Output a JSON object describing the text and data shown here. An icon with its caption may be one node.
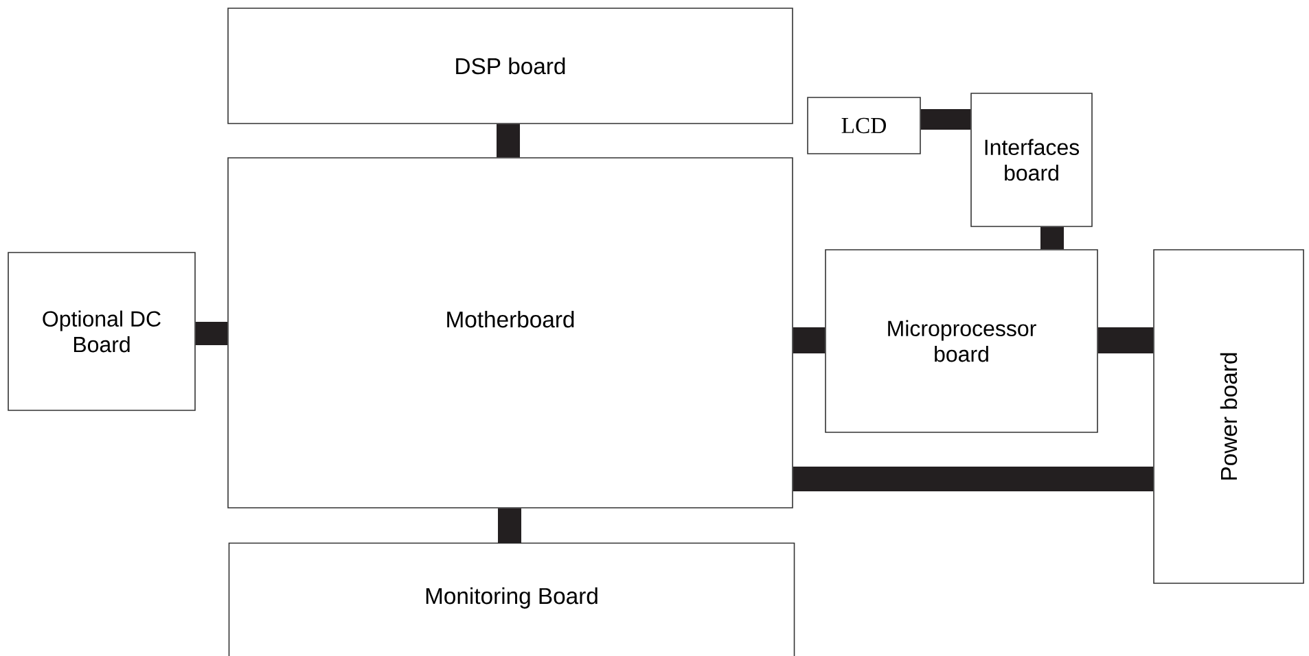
{
  "diagram": {
    "nodes": [
      {
        "text": [
          "DSP board"
        ]
      },
      {
        "text": [
          "LCD"
        ]
      },
      {
        "text": [
          "Interfaces board"
        ]
      },
      {
        "text": [
          "Optional DC Board"
        ]
      },
      {
        "text": [
          "Motherboard"
        ]
      },
      {
        "text": [
          "Microprocessor board"
        ]
      },
      {
        "text": [
          "Power board"
        ]
      },
      {
        "text": [
          "Monitoring Board"
        ]
      }
    ],
    "edges": [
      {
        "from": 0,
        "to": 4,
        "arrow": "none"
      },
      {
        "from": 1,
        "to": 2,
        "arrow": "none"
      },
      {
        "from": 2,
        "to": 5,
        "arrow": "none"
      },
      {
        "from": 3,
        "to": 4,
        "arrow": "none"
      },
      {
        "from": 4,
        "to": 5,
        "arrow": "none"
      },
      {
        "from": 5,
        "to": 6,
        "arrow": "none"
      },
      {
        "from": 4,
        "to": 6,
        "arrow": "none"
      },
      {
        "from": 4,
        "to": 7,
        "arrow": "none"
      }
    ]
  }
}
